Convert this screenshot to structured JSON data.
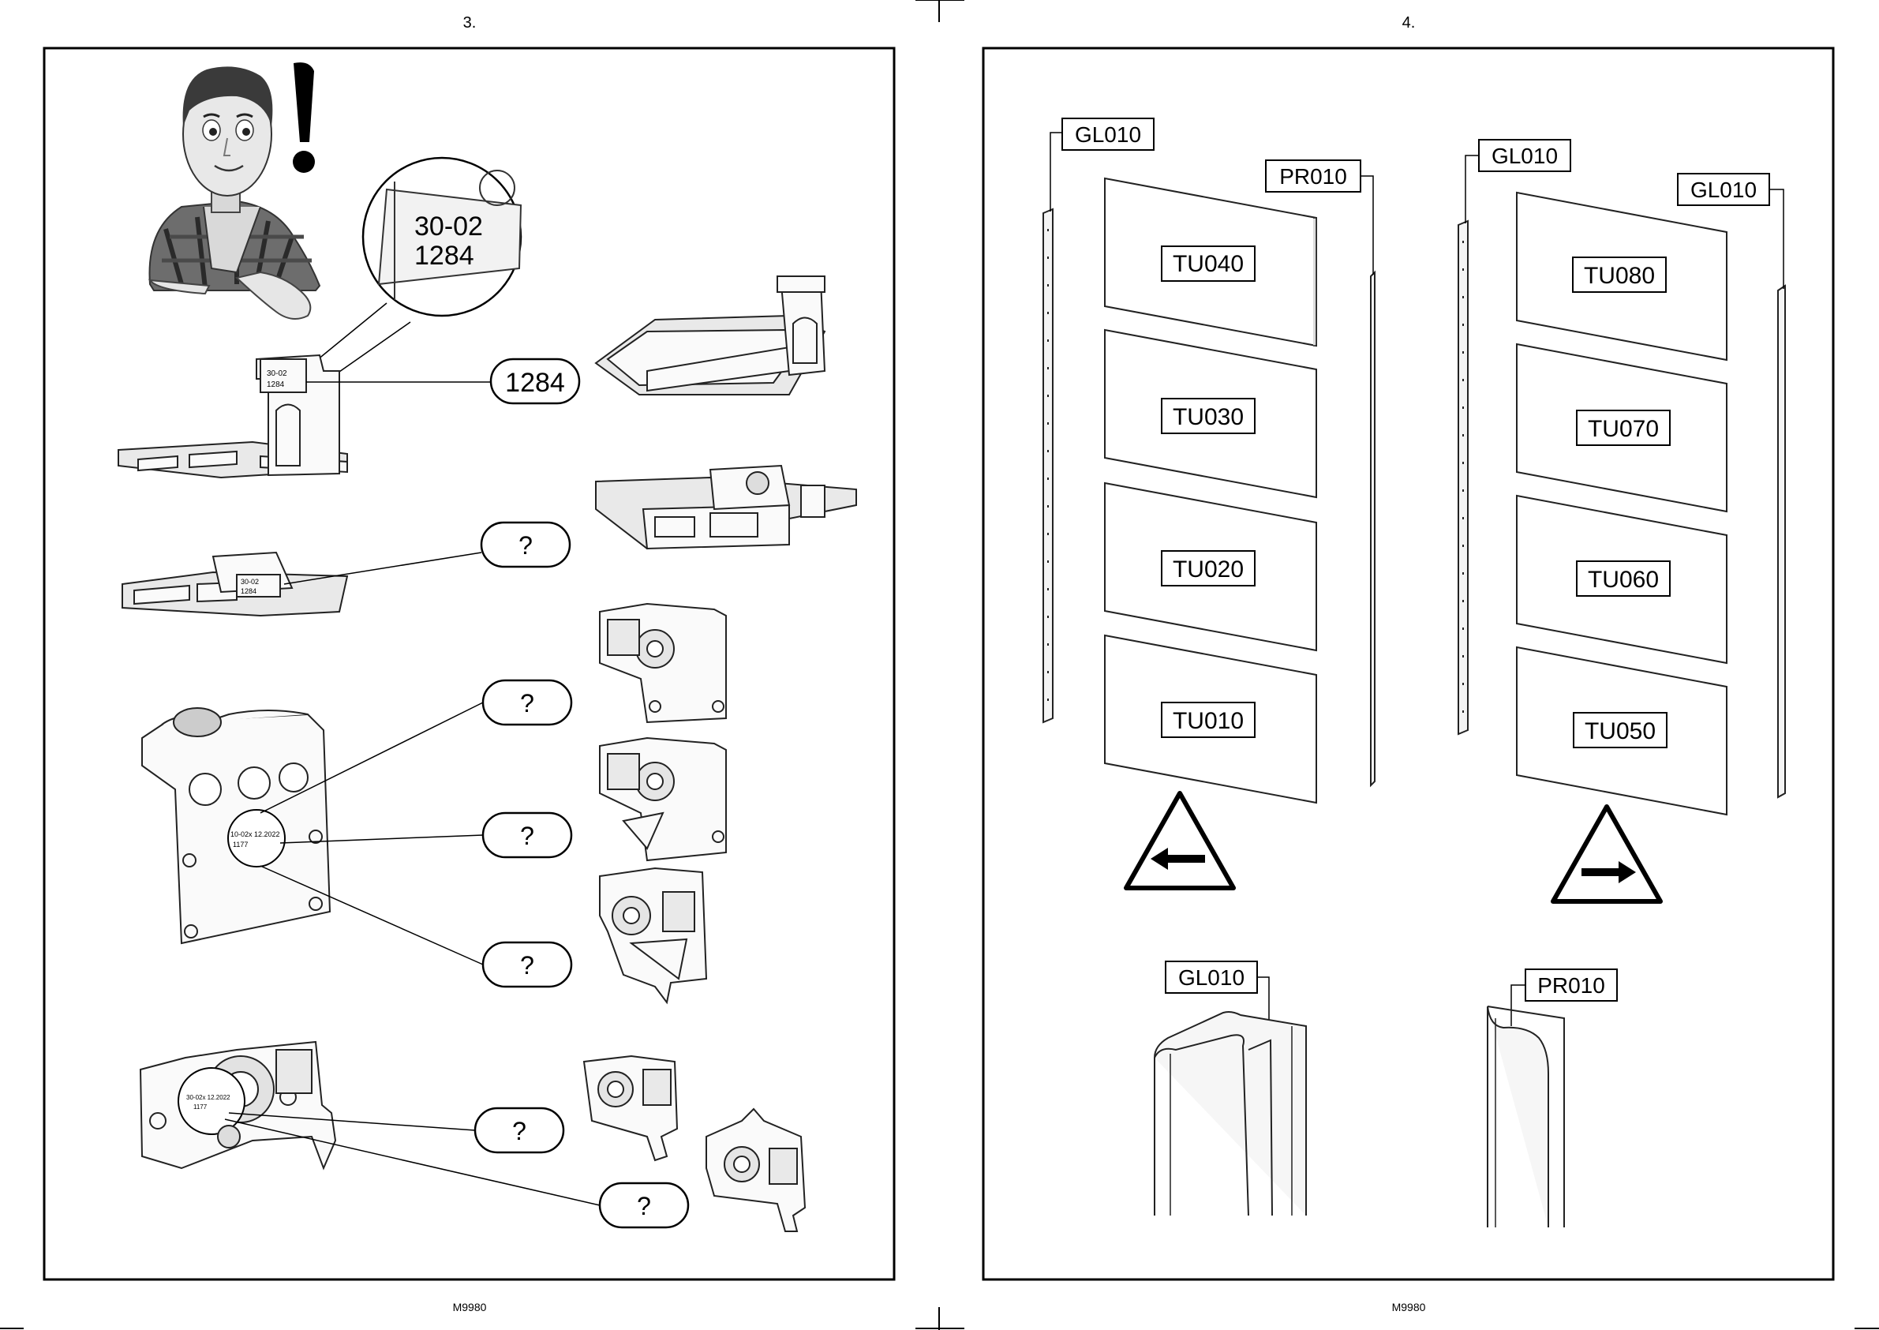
{
  "page_left": {
    "page_number": "3.",
    "footer_code": "M9980",
    "stamp_primary": {
      "line1": "30-02",
      "line2": "1284"
    },
    "code_callout": "1284",
    "question_callouts": [
      "?",
      "?",
      "?",
      "?",
      "?",
      "?"
    ],
    "stamp_hinge_small": {
      "line1": "30-02",
      "line2": "1284"
    },
    "stamp_plate": {
      "line1": "10-02x 12.2022",
      "line2": "1177"
    },
    "stamp_bracket": {
      "line1": "30-02x 12.2022",
      "line2": "1177"
    }
  },
  "page_right": {
    "page_number": "4.",
    "footer_code": "M9980",
    "left_set": {
      "rail_left_label": "GL010",
      "rail_right_label": "PR010",
      "panels": [
        "TU040",
        "TU030",
        "TU020",
        "TU010"
      ],
      "direction": "left"
    },
    "right_set": {
      "rail_left_label": "GL010",
      "rail_right_label": "GL010",
      "panels": [
        "TU080",
        "TU070",
        "TU060",
        "TU050"
      ],
      "direction": "right"
    },
    "profile_labels": [
      "GL010",
      "PR010"
    ]
  },
  "icons": [
    "character-icon",
    "exclamation-icon",
    "magnifier-icon",
    "warning-arrow-left-icon",
    "warning-arrow-right-icon"
  ]
}
